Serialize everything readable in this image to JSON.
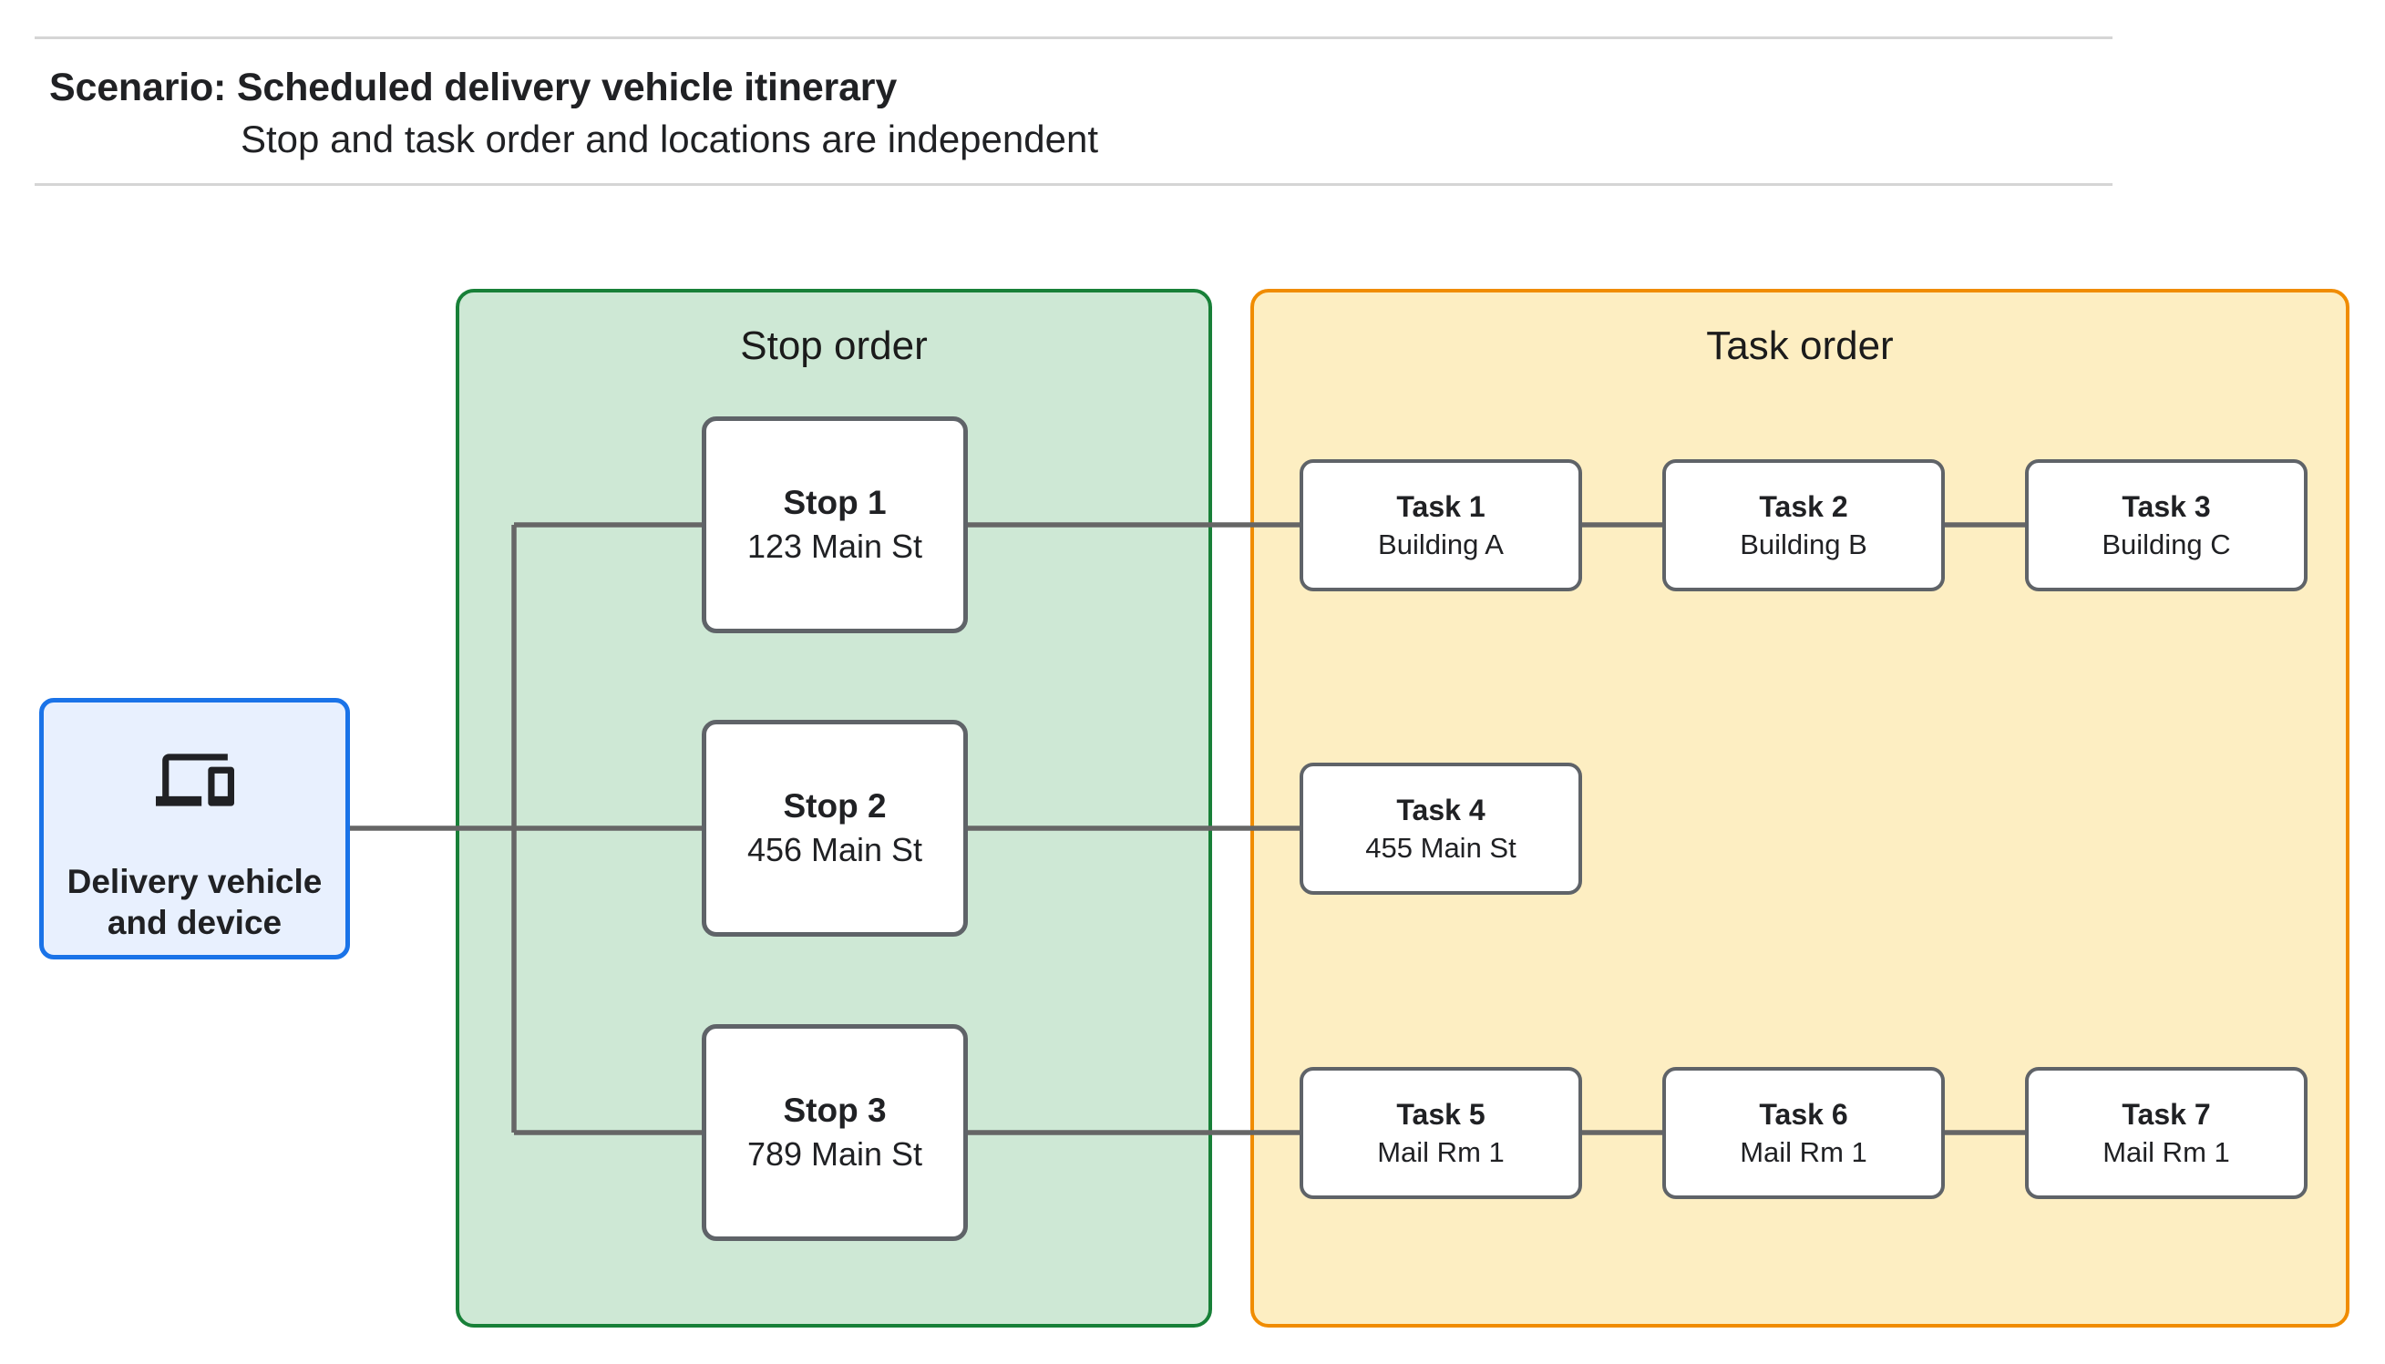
{
  "header": {
    "title": "Scenario: Scheduled delivery vehicle itinerary",
    "subtitle": "Stop and task order and locations are independent"
  },
  "panels": {
    "stop_order_label": "Stop order",
    "task_order_label": "Task order"
  },
  "vehicle": {
    "icon": "devices-icon",
    "line1": "Delivery vehicle",
    "line2": "and device"
  },
  "stops": [
    {
      "title": "Stop 1",
      "address": "123 Main St"
    },
    {
      "title": "Stop 2",
      "address": "456 Main St"
    },
    {
      "title": "Stop 3",
      "address": "789 Main St"
    }
  ],
  "tasks": [
    {
      "title": "Task 1",
      "location": "Building A"
    },
    {
      "title": "Task 2",
      "location": "Building B"
    },
    {
      "title": "Task 3",
      "location": "Building C"
    },
    {
      "title": "Task 4",
      "location": "455 Main St"
    },
    {
      "title": "Task 5",
      "location": "Mail Rm 1"
    },
    {
      "title": "Task 6",
      "location": "Mail Rm 1"
    },
    {
      "title": "Task 7",
      "location": "Mail Rm 1"
    }
  ],
  "colors": {
    "accent_green_bg": "#cee8d5",
    "accent_green_border": "#188038",
    "accent_yellow_bg": "#fdeec2",
    "accent_yellow_border": "#f08c00",
    "vehicle_bg": "#e8f0fe",
    "vehicle_border": "#1a73e8",
    "node_border": "#5f6368",
    "connector": "#666666",
    "divider": "#d5d5d5",
    "text": "#202124"
  }
}
